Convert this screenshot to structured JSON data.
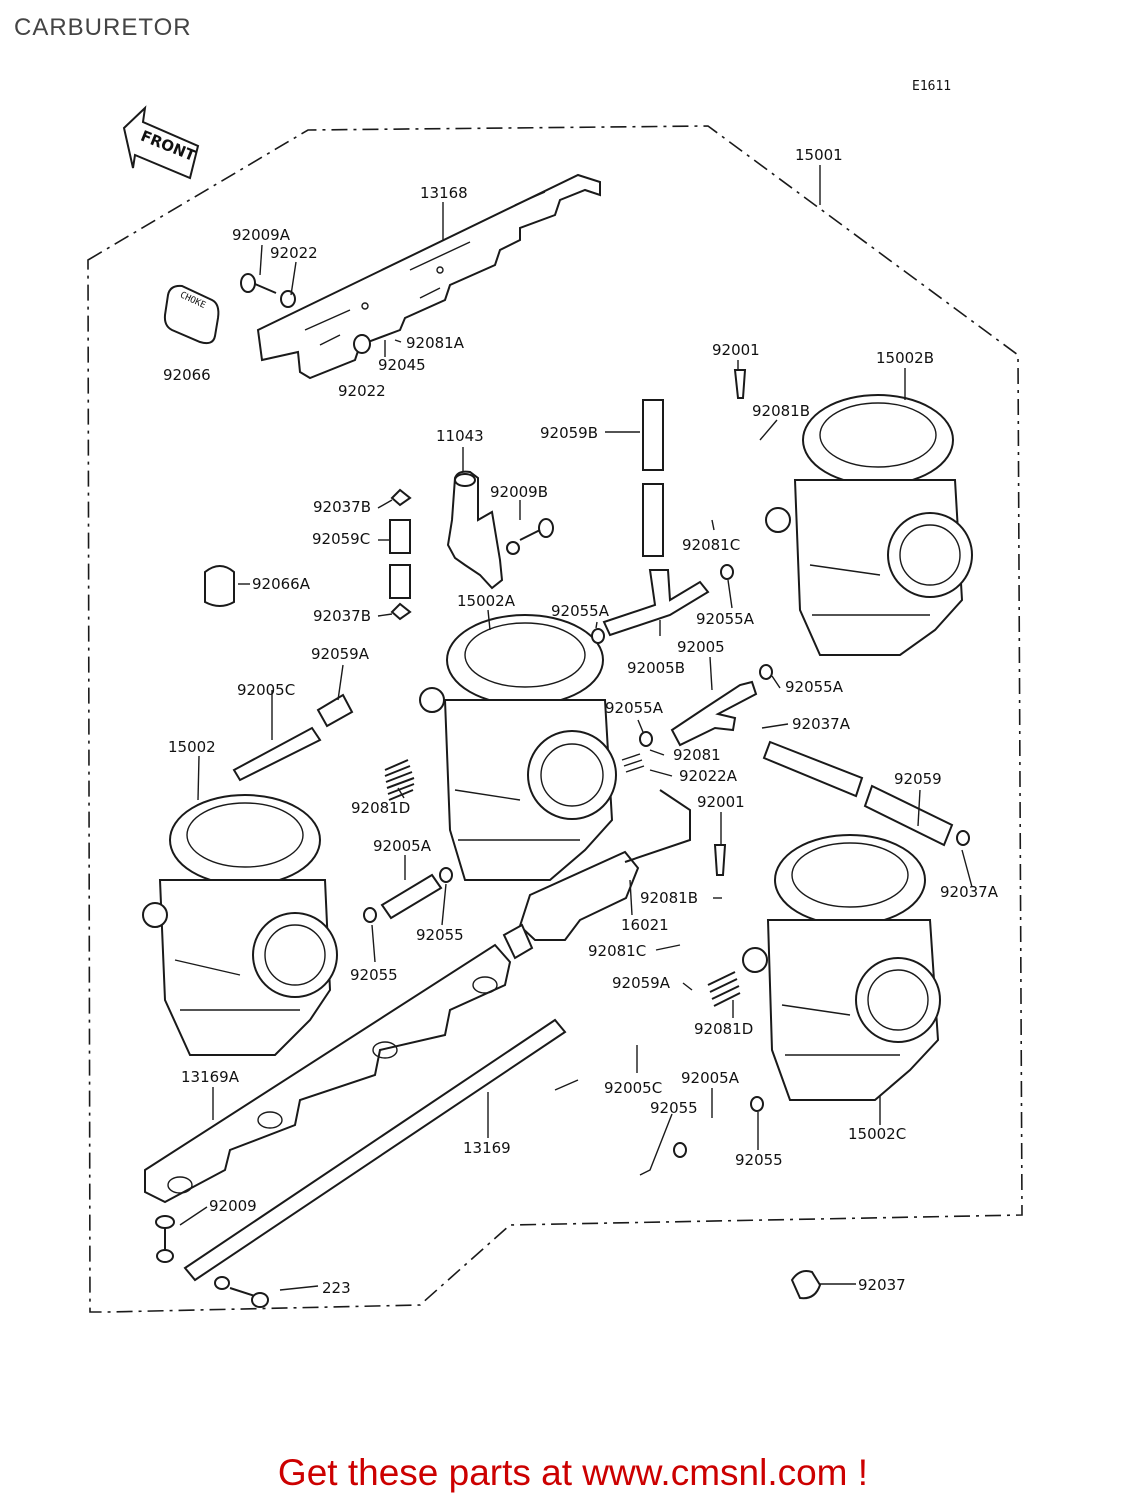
{
  "page": {
    "title": "CARBURETOR",
    "diagram_code": "E1611"
  },
  "front_label": "FRONT",
  "choke_label": "CHOKE",
  "parts": {
    "p15001": "15001",
    "p13168": "13168",
    "p92009A": "92009A",
    "p92022a": "92022",
    "p92066": "92066",
    "p92022b": "92022",
    "p92045": "92045",
    "p92081A": "92081A",
    "p92001a": "92001",
    "p15002B": "15002B",
    "p92081B_a": "92081B",
    "p92059B": "92059B",
    "p11043": "11043",
    "p92009B": "92009B",
    "p92037B_a": "92037B",
    "p92059C": "92059C",
    "p92066A": "92066A",
    "p92037B_b": "92037B",
    "p92081C_a": "92081C",
    "p92055A_a": "92055A",
    "p15002A": "15002A",
    "p92055A_b": "92055A",
    "p92005B": "92005B",
    "p92005": "92005",
    "p92055A_c": "92055A",
    "p92059A_a": "92059A",
    "p92005C_a": "92005C",
    "p92055A_d": "92055A",
    "p92037A_a": "92037A",
    "p15002": "15002",
    "p92081": "92081",
    "p92022A": "92022A",
    "p92081D_a": "92081D",
    "p92059": "92059",
    "p92001b": "92001",
    "p92005A_a": "92005A",
    "p92037A_b": "92037A",
    "p92081B_b": "92081B",
    "p16021": "16021",
    "p92055_a": "92055",
    "p92081C_b": "92081C",
    "p92055_b": "92055",
    "p92059A_b": "92059A",
    "p92081D_b": "92081D",
    "p13169A": "13169A",
    "p92005C_b": "92005C",
    "p92005A_b": "92005A",
    "p13169": "13169",
    "p92055_c": "92055",
    "p15002C": "15002C",
    "p92055_d": "92055",
    "p92009": "92009",
    "p223": "223",
    "p92037": "92037"
  },
  "footer": {
    "text": "Get these parts at www.cmsnl.com !"
  }
}
